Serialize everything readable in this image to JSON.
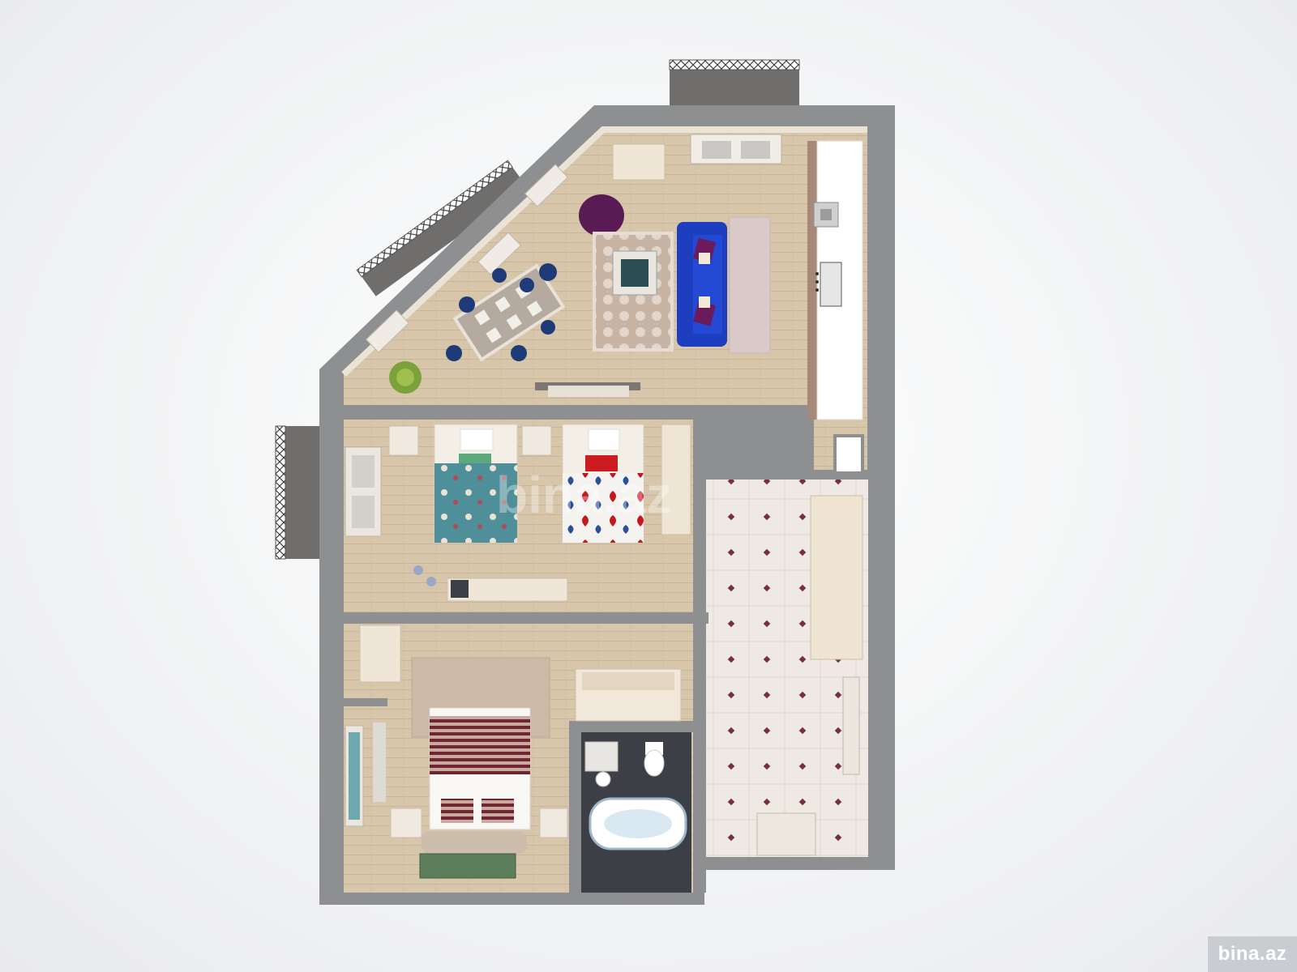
{
  "watermark": {
    "logo_text": "bina.az",
    "center_text": "bina.az"
  },
  "colors": {
    "wall": "#8e8f91",
    "floor_wood": "#d9c7ad",
    "floor_tile": "#ede9e2",
    "tile_dot": "#7a2c4a",
    "sofa_blue": "#1d3fbf",
    "armchair_purple": "#5a1b55",
    "chair_navy": "#1f3a78",
    "balcony_grey": "#6f6e6c",
    "bath_floor": "#3c3f46",
    "bedspread_teal": "#4f8f99",
    "pillow_red": "#cc1c22",
    "headboard_stripe": "#6e2630"
  },
  "rooms": [
    {
      "name": "living-kitchen"
    },
    {
      "name": "kids-bedroom"
    },
    {
      "name": "master-bedroom"
    },
    {
      "name": "bathroom"
    },
    {
      "name": "hallway"
    },
    {
      "name": "balcony-top"
    },
    {
      "name": "balcony-diagonal"
    },
    {
      "name": "balcony-left"
    }
  ]
}
